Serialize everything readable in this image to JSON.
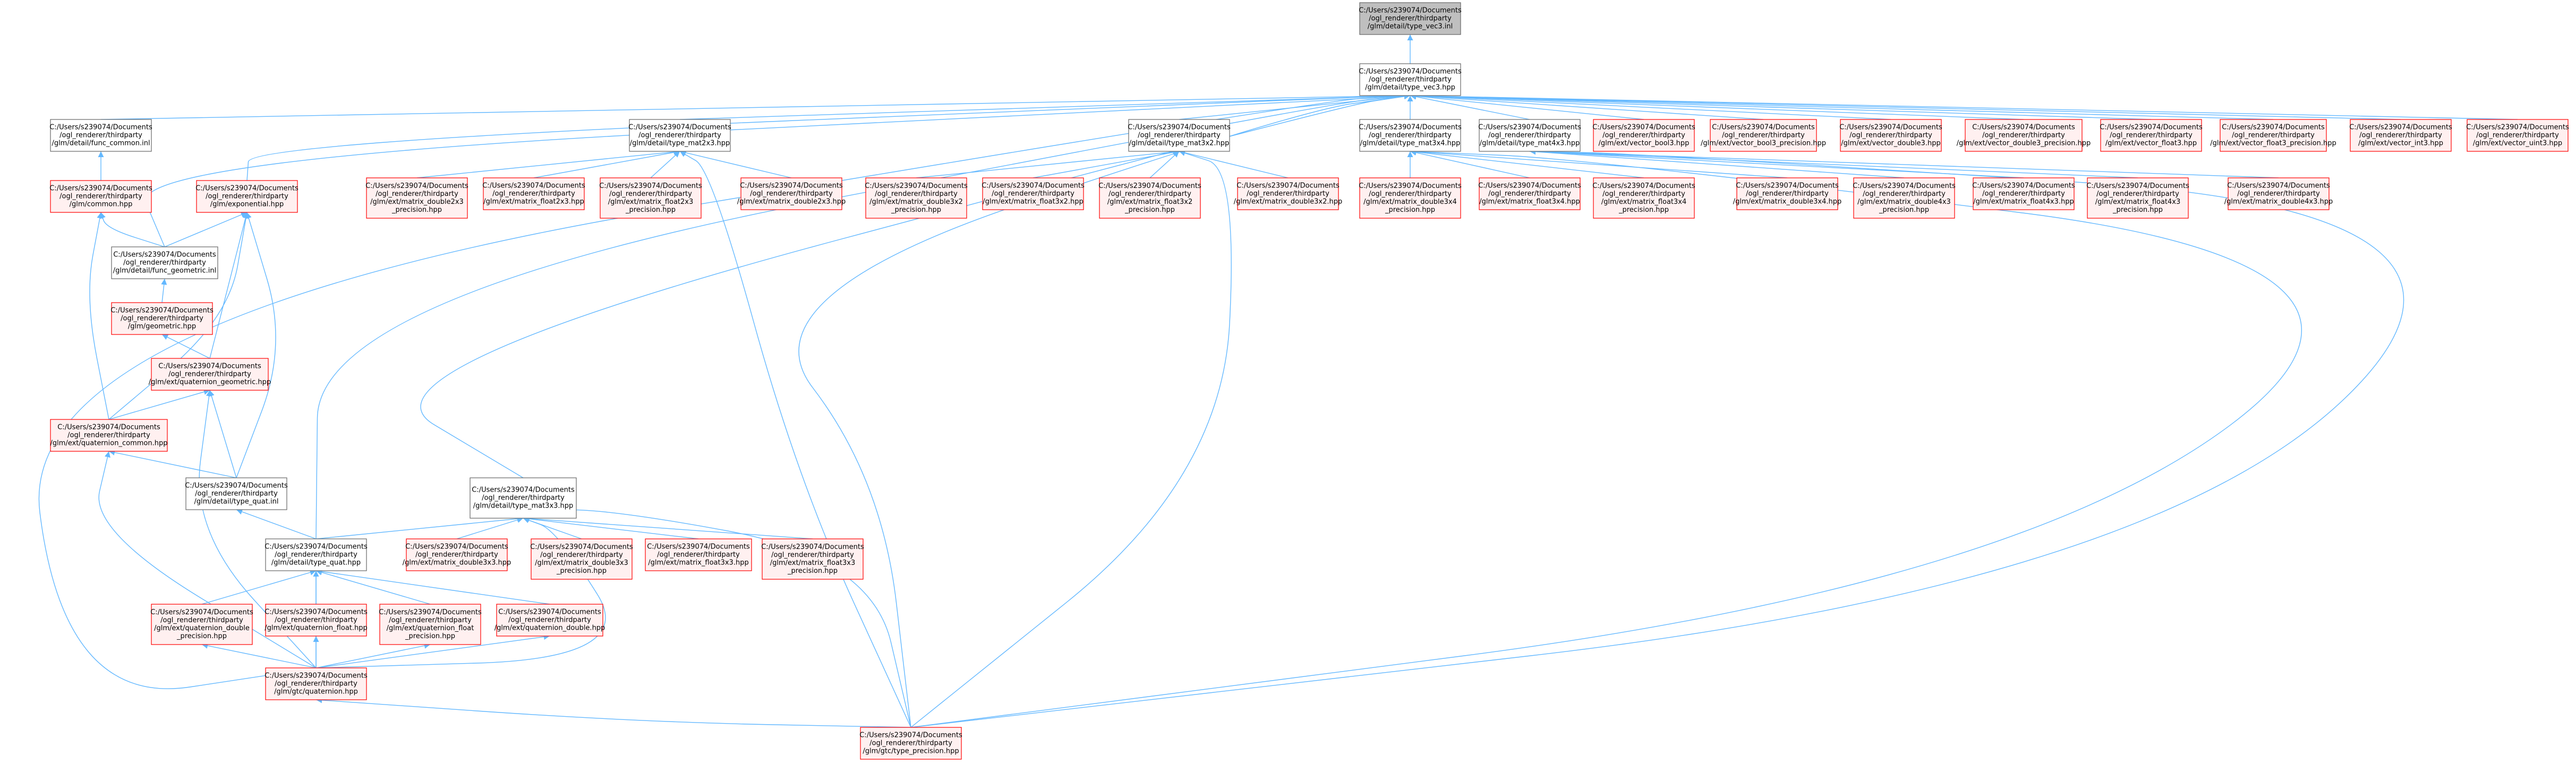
{
  "colors": {
    "edge": "#63b8ff",
    "root_fill": "#bfbfbf",
    "root_stroke": "#666666",
    "doc_stroke": "#666666",
    "doc_fill": "#ffffff",
    "missing_stroke": "#ff0000",
    "missing_fill": "#fff0f0"
  },
  "nodes": [
    {
      "id": "n_root",
      "kind": "root",
      "lines": [
        "C:/Users/s239074/Documents",
        "/ogl_renderer/thirdparty",
        "/glm/detail/type_vec3.inl"
      ]
    },
    {
      "id": "n_vec3",
      "kind": "doc",
      "lines": [
        "C:/Users/s239074/Documents",
        "/ogl_renderer/thirdparty",
        "/glm/detail/type_vec3.hpp"
      ]
    },
    {
      "id": "n_func_common_inl",
      "kind": "doc",
      "lines": [
        "C:/Users/s239074/Documents",
        "/ogl_renderer/thirdparty",
        "/glm/detail/func_common.inl"
      ]
    },
    {
      "id": "n_mat2x3",
      "kind": "doc",
      "lines": [
        "C:/Users/s239074/Documents",
        "/ogl_renderer/thirdparty",
        "/glm/detail/type_mat2x3.hpp"
      ]
    },
    {
      "id": "n_mat3x2",
      "kind": "doc",
      "lines": [
        "C:/Users/s239074/Documents",
        "/ogl_renderer/thirdparty",
        "/glm/detail/type_mat3x2.hpp"
      ]
    },
    {
      "id": "n_mat3x4",
      "kind": "doc",
      "lines": [
        "C:/Users/s239074/Documents",
        "/ogl_renderer/thirdparty",
        "/glm/detail/type_mat3x4.hpp"
      ]
    },
    {
      "id": "n_mat4x3",
      "kind": "doc",
      "lines": [
        "C:/Users/s239074/Documents",
        "/ogl_renderer/thirdparty",
        "/glm/detail/type_mat4x3.hpp"
      ]
    },
    {
      "id": "n_bool3",
      "kind": "missing",
      "lines": [
        "C:/Users/s239074/Documents",
        "/ogl_renderer/thirdparty",
        "/glm/ext/vector_bool3.hpp"
      ]
    },
    {
      "id": "n_bool3p",
      "kind": "missing",
      "lines": [
        "C:/Users/s239074/Documents",
        "/ogl_renderer/thirdparty",
        "/glm/ext/vector_bool3_precision.hpp"
      ]
    },
    {
      "id": "n_double3",
      "kind": "missing",
      "lines": [
        "C:/Users/s239074/Documents",
        "/ogl_renderer/thirdparty",
        "/glm/ext/vector_double3.hpp"
      ]
    },
    {
      "id": "n_double3p",
      "kind": "missing",
      "lines": [
        "C:/Users/s239074/Documents",
        "/ogl_renderer/thirdparty",
        "/glm/ext/vector_double3_precision.hpp"
      ]
    },
    {
      "id": "n_float3",
      "kind": "missing",
      "lines": [
        "C:/Users/s239074/Documents",
        "/ogl_renderer/thirdparty",
        "/glm/ext/vector_float3.hpp"
      ]
    },
    {
      "id": "n_float3p",
      "kind": "missing",
      "lines": [
        "C:/Users/s239074/Documents",
        "/ogl_renderer/thirdparty",
        "/glm/ext/vector_float3_precision.hpp"
      ]
    },
    {
      "id": "n_int3",
      "kind": "missing",
      "lines": [
        "C:/Users/s239074/Documents",
        "/ogl_renderer/thirdparty",
        "/glm/ext/vector_int3.hpp"
      ]
    },
    {
      "id": "n_uint3",
      "kind": "missing",
      "lines": [
        "C:/Users/s239074/Documents",
        "/ogl_renderer/thirdparty",
        "/glm/ext/vector_uint3.hpp"
      ]
    },
    {
      "id": "n_common",
      "kind": "missing",
      "lines": [
        "C:/Users/s239074/Documents",
        "/ogl_renderer/thirdparty",
        "/glm/common.hpp"
      ]
    },
    {
      "id": "n_exponential",
      "kind": "missing",
      "lines": [
        "C:/Users/s239074/Documents",
        "/ogl_renderer/thirdparty",
        "/glm/exponential.hpp"
      ]
    },
    {
      "id": "n_md2x3",
      "kind": "missing",
      "lines": [
        "C:/Users/s239074/Documents",
        "/ogl_renderer/thirdparty",
        "/glm/ext/matrix_double2x3",
        "_precision.hpp"
      ]
    },
    {
      "id": "n_mf2x3",
      "kind": "missing",
      "lines": [
        "C:/Users/s239074/Documents",
        "/ogl_renderer/thirdparty",
        "/glm/ext/matrix_float2x3.hpp"
      ]
    },
    {
      "id": "n_mf2x3p",
      "kind": "missing",
      "lines": [
        "C:/Users/s239074/Documents",
        "/ogl_renderer/thirdparty",
        "/glm/ext/matrix_float2x3",
        "_precision.hpp"
      ]
    },
    {
      "id": "n_md2x3b",
      "kind": "missing",
      "lines": [
        "C:/Users/s239074/Documents",
        "/ogl_renderer/thirdparty",
        "/glm/ext/matrix_double2x3.hpp"
      ]
    },
    {
      "id": "n_md3x2p",
      "kind": "missing",
      "lines": [
        "C:/Users/s239074/Documents",
        "/ogl_renderer/thirdparty",
        "/glm/ext/matrix_double3x2",
        "_precision.hpp"
      ]
    },
    {
      "id": "n_mf3x2",
      "kind": "missing",
      "lines": [
        "C:/Users/s239074/Documents",
        "/ogl_renderer/thirdparty",
        "/glm/ext/matrix_float3x2.hpp"
      ]
    },
    {
      "id": "n_mf3x2p",
      "kind": "missing",
      "lines": [
        "C:/Users/s239074/Documents",
        "/ogl_renderer/thirdparty",
        "/glm/ext/matrix_float3x2",
        "_precision.hpp"
      ]
    },
    {
      "id": "n_md3x2",
      "kind": "missing",
      "lines": [
        "C:/Users/s239074/Documents",
        "/ogl_renderer/thirdparty",
        "/glm/ext/matrix_double3x2.hpp"
      ]
    },
    {
      "id": "n_md3x4p",
      "kind": "missing",
      "lines": [
        "C:/Users/s239074/Documents",
        "/ogl_renderer/thirdparty",
        "/glm/ext/matrix_double3x4",
        "_precision.hpp"
      ]
    },
    {
      "id": "n_mf3x4",
      "kind": "missing",
      "lines": [
        "C:/Users/s239074/Documents",
        "/ogl_renderer/thirdparty",
        "/glm/ext/matrix_float3x4.hpp"
      ]
    },
    {
      "id": "n_mf3x4p",
      "kind": "missing",
      "lines": [
        "C:/Users/s239074/Documents",
        "/ogl_renderer/thirdparty",
        "/glm/ext/matrix_float3x4",
        "_precision.hpp"
      ]
    },
    {
      "id": "n_md3x4",
      "kind": "missing",
      "lines": [
        "C:/Users/s239074/Documents",
        "/ogl_renderer/thirdparty",
        "/glm/ext/matrix_double3x4.hpp"
      ]
    },
    {
      "id": "n_md4x3p",
      "kind": "missing",
      "lines": [
        "C:/Users/s239074/Documents",
        "/ogl_renderer/thirdparty",
        "/glm/ext/matrix_double4x3",
        "_precision.hpp"
      ]
    },
    {
      "id": "n_mf4x3",
      "kind": "missing",
      "lines": [
        "C:/Users/s239074/Documents",
        "/ogl_renderer/thirdparty",
        "/glm/ext/matrix_float4x3.hpp"
      ]
    },
    {
      "id": "n_mf4x3p",
      "kind": "missing",
      "lines": [
        "C:/Users/s239074/Documents",
        "/ogl_renderer/thirdparty",
        "/glm/ext/matrix_float4x3",
        "_precision.hpp"
      ]
    },
    {
      "id": "n_md4x3",
      "kind": "missing",
      "lines": [
        "C:/Users/s239074/Documents",
        "/ogl_renderer/thirdparty",
        "/glm/ext/matrix_double4x3.hpp"
      ]
    },
    {
      "id": "n_func_geometric_inl",
      "kind": "doc",
      "lines": [
        "C:/Users/s239074/Documents",
        "/ogl_renderer/thirdparty",
        "/glm/detail/func_geometric.inl"
      ]
    },
    {
      "id": "n_geometric",
      "kind": "missing",
      "lines": [
        "C:/Users/s239074/Documents",
        "/ogl_renderer/thirdparty",
        "/glm/geometric.hpp"
      ]
    },
    {
      "id": "n_quat_geometric",
      "kind": "missing",
      "lines": [
        "C:/Users/s239074/Documents",
        "/ogl_renderer/thirdparty",
        "/glm/ext/quaternion_geometric.hpp"
      ]
    },
    {
      "id": "n_quat_common",
      "kind": "missing",
      "lines": [
        "C:/Users/s239074/Documents",
        "/ogl_renderer/thirdparty",
        "/glm/ext/quaternion_common.hpp"
      ]
    },
    {
      "id": "n_type_quat_inl",
      "kind": "doc",
      "lines": [
        "C:/Users/s239074/Documents",
        "/ogl_renderer/thirdparty",
        "/glm/detail/type_quat.inl"
      ]
    },
    {
      "id": "n_mat3x3",
      "kind": "doc",
      "lines": [
        "C:/Users/s239074/Documents",
        "/ogl_renderer/thirdparty",
        "/glm/detail/type_mat3x3.hpp"
      ]
    },
    {
      "id": "n_md3x3",
      "kind": "missing",
      "lines": [
        "C:/Users/s239074/Documents",
        "/ogl_renderer/thirdparty",
        "/glm/ext/matrix_double3x3.hpp"
      ]
    },
    {
      "id": "n_md3x3p",
      "kind": "missing",
      "lines": [
        "C:/Users/s239074/Documents",
        "/ogl_renderer/thirdparty",
        "/glm/ext/matrix_double3x3",
        "_precision.hpp"
      ]
    },
    {
      "id": "n_mf3x3",
      "kind": "missing",
      "lines": [
        "C:/Users/s239074/Documents",
        "/ogl_renderer/thirdparty",
        "/glm/ext/matrix_float3x3.hpp"
      ]
    },
    {
      "id": "n_mf3x3p",
      "kind": "missing",
      "lines": [
        "C:/Users/s239074/Documents",
        "/ogl_renderer/thirdparty",
        "/glm/ext/matrix_float3x3",
        "_precision.hpp"
      ]
    },
    {
      "id": "n_type_quat",
      "kind": "doc",
      "lines": [
        "C:/Users/s239074/Documents",
        "/ogl_renderer/thirdparty",
        "/glm/detail/type_quat.hpp"
      ]
    },
    {
      "id": "n_quat_double_p",
      "kind": "missing",
      "lines": [
        "C:/Users/s239074/Documents",
        "/ogl_renderer/thirdparty",
        "/glm/ext/quaternion_double",
        "_precision.hpp"
      ]
    },
    {
      "id": "n_quat_float",
      "kind": "missing",
      "lines": [
        "C:/Users/s239074/Documents",
        "/ogl_renderer/thirdparty",
        "/glm/ext/quaternion_float.hpp"
      ]
    },
    {
      "id": "n_quat_float_p",
      "kind": "missing",
      "lines": [
        "C:/Users/s239074/Documents",
        "/ogl_renderer/thirdparty",
        "/glm/ext/quaternion_float",
        "_precision.hpp"
      ]
    },
    {
      "id": "n_quat_double",
      "kind": "missing",
      "lines": [
        "C:/Users/s239074/Documents",
        "/ogl_renderer/thirdparty",
        "/glm/ext/quaternion_double.hpp"
      ]
    },
    {
      "id": "n_gtc_quat",
      "kind": "missing",
      "lines": [
        "C:/Users/s239074/Documents",
        "/ogl_renderer/thirdparty",
        "/glm/gtc/quaternion.hpp"
      ]
    },
    {
      "id": "n_gtc_type_prec",
      "kind": "missing",
      "lines": [
        "C:/Users/s239074/Documents",
        "/ogl_renderer/thirdparty",
        "/glm/gtc/type_precision.hpp"
      ]
    }
  ],
  "edges": [
    [
      "n_vec3",
      "n_root"
    ],
    [
      "n_func_common_inl",
      "n_vec3"
    ],
    [
      "n_mat2x3",
      "n_vec3"
    ],
    [
      "n_mat3x2",
      "n_vec3"
    ],
    [
      "n_mat3x4",
      "n_vec3"
    ],
    [
      "n_mat4x3",
      "n_vec3"
    ],
    [
      "n_bool3",
      "n_vec3"
    ],
    [
      "n_bool3p",
      "n_vec3"
    ],
    [
      "n_double3",
      "n_vec3"
    ],
    [
      "n_double3p",
      "n_vec3"
    ],
    [
      "n_float3",
      "n_vec3"
    ],
    [
      "n_float3p",
      "n_vec3"
    ],
    [
      "n_int3",
      "n_vec3"
    ],
    [
      "n_uint3",
      "n_vec3"
    ],
    [
      "n_exponential",
      "n_vec3"
    ],
    [
      "n_func_geometric_inl",
      "n_vec3"
    ],
    [
      "n_type_quat",
      "n_vec3"
    ],
    [
      "n_mat3x3",
      "n_vec3"
    ],
    [
      "n_gtc_quat",
      "n_vec3"
    ],
    [
      "n_gtc_type_prec",
      "n_vec3"
    ],
    [
      "n_common",
      "n_func_common_inl"
    ],
    [
      "n_md2x3",
      "n_mat2x3"
    ],
    [
      "n_mf2x3",
      "n_mat2x3"
    ],
    [
      "n_mf2x3p",
      "n_mat2x3"
    ],
    [
      "n_md2x3b",
      "n_mat2x3"
    ],
    [
      "n_gtc_type_prec",
      "n_mat2x3"
    ],
    [
      "n_md3x2p",
      "n_mat3x2"
    ],
    [
      "n_mf3x2",
      "n_mat3x2"
    ],
    [
      "n_mf3x2p",
      "n_mat3x2"
    ],
    [
      "n_md3x2",
      "n_mat3x2"
    ],
    [
      "n_gtc_type_prec",
      "n_mat3x2"
    ],
    [
      "n_md3x4p",
      "n_mat3x4"
    ],
    [
      "n_mf3x4",
      "n_mat3x4"
    ],
    [
      "n_mf3x4p",
      "n_mat3x4"
    ],
    [
      "n_md3x4",
      "n_mat3x4"
    ],
    [
      "n_gtc_type_prec",
      "n_mat3x4"
    ],
    [
      "n_md4x3p",
      "n_mat4x3"
    ],
    [
      "n_mf4x3",
      "n_mat4x3"
    ],
    [
      "n_mf4x3p",
      "n_mat4x3"
    ],
    [
      "n_md4x3",
      "n_mat4x3"
    ],
    [
      "n_gtc_type_prec",
      "n_mat4x3"
    ],
    [
      "n_func_geometric_inl",
      "n_common"
    ],
    [
      "n_quat_common",
      "n_common"
    ],
    [
      "n_func_geometric_inl",
      "n_exponential"
    ],
    [
      "n_quat_geometric",
      "n_exponential"
    ],
    [
      "n_quat_common",
      "n_exponential"
    ],
    [
      "n_type_quat_inl",
      "n_exponential"
    ],
    [
      "n_geometric",
      "n_func_geometric_inl"
    ],
    [
      "n_quat_geometric",
      "n_geometric"
    ],
    [
      "n_quat_common",
      "n_quat_geometric"
    ],
    [
      "n_type_quat_inl",
      "n_quat_geometric"
    ],
    [
      "n_gtc_quat",
      "n_quat_geometric"
    ],
    [
      "n_type_quat_inl",
      "n_quat_common"
    ],
    [
      "n_gtc_quat",
      "n_quat_common"
    ],
    [
      "n_type_quat",
      "n_type_quat_inl"
    ],
    [
      "n_md3x3",
      "n_mat3x3"
    ],
    [
      "n_md3x3p",
      "n_mat3x3"
    ],
    [
      "n_mf3x3",
      "n_mat3x3"
    ],
    [
      "n_mf3x3p",
      "n_mat3x3"
    ],
    [
      "n_type_quat",
      "n_mat3x3"
    ],
    [
      "n_gtc_quat",
      "n_mat3x3"
    ],
    [
      "n_gtc_type_prec",
      "n_mat3x3"
    ],
    [
      "n_quat_double_p",
      "n_type_quat"
    ],
    [
      "n_quat_float",
      "n_type_quat"
    ],
    [
      "n_quat_float_p",
      "n_type_quat"
    ],
    [
      "n_quat_double",
      "n_type_quat"
    ],
    [
      "n_gtc_quat",
      "n_type_quat"
    ],
    [
      "n_gtc_quat",
      "n_quat_double_p"
    ],
    [
      "n_gtc_quat",
      "n_quat_float"
    ],
    [
      "n_gtc_quat",
      "n_quat_float_p"
    ],
    [
      "n_gtc_quat",
      "n_quat_double"
    ],
    [
      "n_gtc_type_prec",
      "n_gtc_quat"
    ]
  ]
}
